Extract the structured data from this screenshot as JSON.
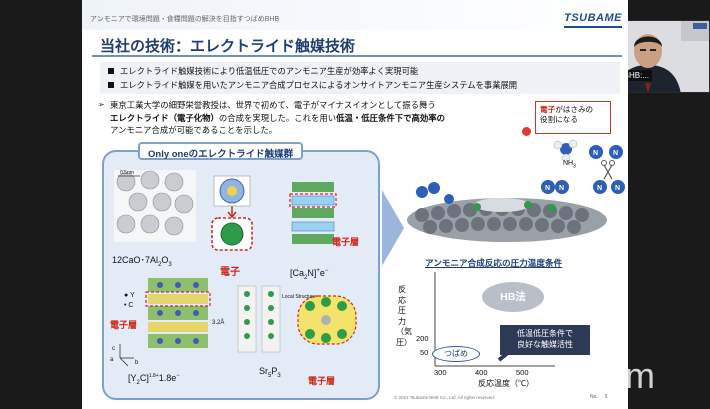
{
  "slide": {
    "tagline": "アンモニアで環境問題・食糧問題の解決を目指すつばめBHB",
    "brand": "TSUBAME",
    "title": "当社の技術：エレクトライド触媒技術",
    "bullets": [
      "エレクトライド触媒技術により低温低圧でのアンモニア生産が効率よく実現可能",
      "エレクトライド触媒を用いたアンモニア合成プロセスによるオンサイトアンモニア生産システムを事業展開"
    ],
    "paragraph": {
      "line1": "東京工業大学の細野栄誉教授は、世界で初めて、電子がマイナスイオンとして振る舞う",
      "line2_bold": "エレクトライド（電子化物）",
      "line2_rest": "の合成を実現した。これを用い",
      "line2_bold2": "低温・低圧条件下で高効率の",
      "line3": "アンモニア合成が可能であることを示した。"
    },
    "callout": {
      "red": "電子",
      "text1": "がはさみの",
      "text2": "役割になる"
    },
    "panel_title": "Only oneのエレクトライド触媒群",
    "panel_labels": {
      "scale": "0.5nm",
      "c12a7": "12CaO･7Al",
      "c12a7_sub1": "2",
      "c12a7_mid": "O",
      "c12a7_sub2": "3",
      "electron": "電子",
      "electron_layer_1": "電子層",
      "electron_layer_2": "電子層",
      "electron_layer_3": "電子層",
      "ca2n": "[Ca",
      "ca2n_sub": "2",
      "ca2n_end": "N]",
      "ca2n_sup": "+",
      "ca2n_e": "e",
      "ca2n_esup": "−",
      "legend_y": "● Y",
      "legend_c": "• C",
      "dist": "3.2Å",
      "y2c": "[Y",
      "y2c_sub": "2",
      "y2c_end": "C]",
      "y2c_sup": "1.8+",
      "y2c_e": "1.8e",
      "y2c_esup": "−",
      "sr5p3": "Sr",
      "sr5p3_sub1": "5",
      "sr5p3_p": "P",
      "sr5p3_sub2": "3",
      "local_structure": "Local Structure",
      "axis_a": "a",
      "axis_b": "b",
      "axis_c": "c",
      "nh3": "NH",
      "nh3_sub": "3"
    },
    "chart": {
      "title": "アンモニア合成反応の圧力温度条件",
      "ylabel": "反応圧力（気圧）",
      "xlabel": "反応温度（℃）",
      "yticks": [
        "200",
        "50"
      ],
      "xticks": [
        "300",
        "400",
        "500"
      ],
      "hb_label": "HB法",
      "catalyst_label": "つばめ",
      "callout_line1": "低温低圧条件で",
      "callout_line2": "良好な触媒活性"
    },
    "copyright": "© 2021 Tsubame BHB Co., Ltd. All rights reserved.",
    "slide_no_label": "No.",
    "slide_no": "5"
  },
  "zoom": {
    "watermark": "zoom"
  },
  "participant": {
    "name": "Tsubame BHB:..."
  },
  "colors": {
    "accent": "#1f3f73",
    "red": "#d0281f",
    "panel": "#e3ebf6"
  }
}
